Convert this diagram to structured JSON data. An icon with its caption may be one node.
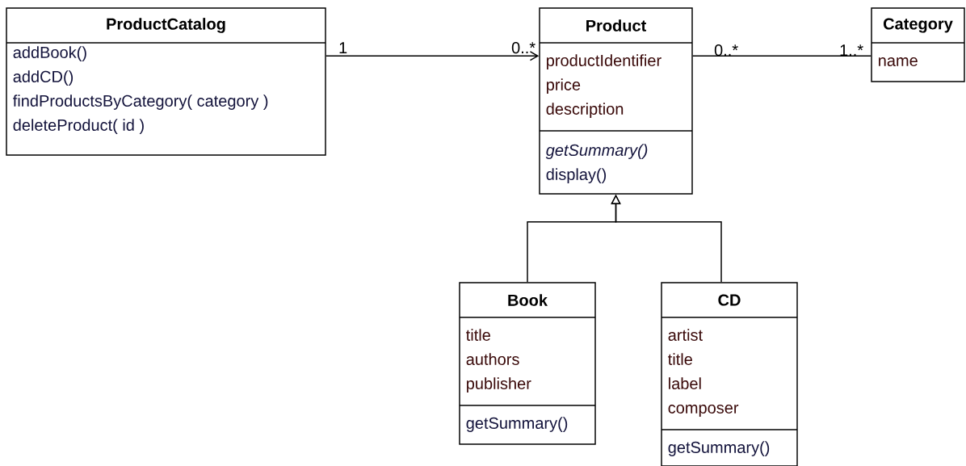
{
  "diagram": {
    "nodes": [
      {
        "text": [
          "ProductCatalog",
          "addBook()",
          "addCD()",
          "findProductsByCategory( category )",
          "deleteProduct( id )"
        ]
      },
      {
        "text": [
          "Product",
          "productIdentifier",
          "price",
          "description",
          "getSummary()",
          "display()"
        ]
      },
      {
        "text": [
          "Category",
          "name"
        ]
      },
      {
        "text": [
          "Book",
          "title",
          "authors",
          "publisher",
          "getSummary()"
        ]
      },
      {
        "text": [
          "CD",
          "artist",
          "title",
          "label",
          "composer",
          "getSummary()"
        ]
      }
    ],
    "edges": [
      {
        "from": 0,
        "to": 1,
        "arrow": "to"
      },
      {
        "from": 1,
        "to": 2,
        "arrow": "none"
      },
      {
        "from": 3,
        "to": 1,
        "arrow": "to"
      },
      {
        "from": 4,
        "to": 1,
        "arrow": "to"
      }
    ],
    "labels": [
      "1",
      "0..*",
      "0..*",
      "1..*"
    ]
  }
}
